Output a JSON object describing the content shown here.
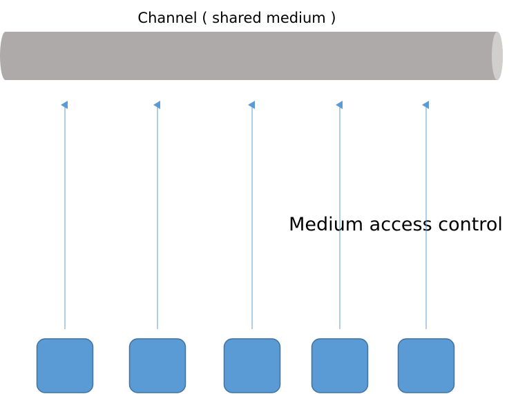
{
  "diagram": {
    "channel_label": "Channel ( shared medium )",
    "mac_label": "Medium access control",
    "node_count": 5,
    "colors": {
      "channel_body": "#ADAAA9",
      "channel_end": "#D0CFCE",
      "arrow": "#5B9BD5",
      "node_fill": "#5B9BD5",
      "node_stroke": "#41719C"
    }
  }
}
